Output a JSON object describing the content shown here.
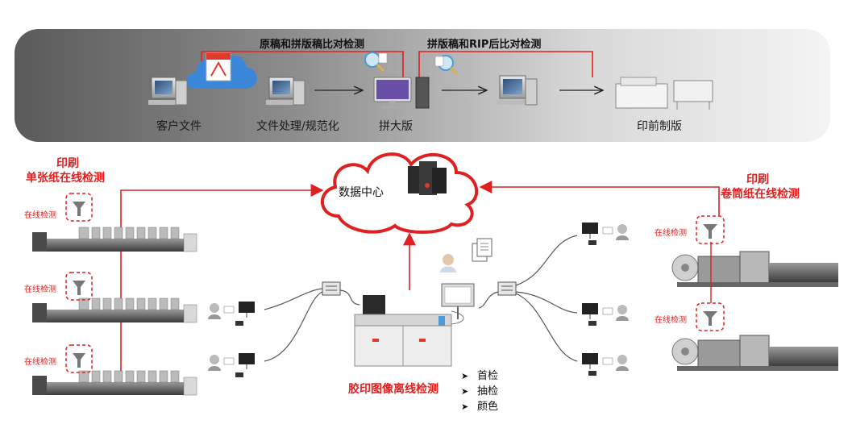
{
  "workflow": {
    "steps": [
      {
        "label": "客户文件",
        "icon": "desktop-computer-icon"
      },
      {
        "label": "文件处理/规范化",
        "icon": "desktop-computer-icon"
      },
      {
        "label": "拼大版",
        "icon": "imac-computer-icon"
      },
      {
        "label": "印前制版",
        "icon": "plate-setter-icon"
      }
    ],
    "checks": [
      {
        "label": "原稿和拼版稿比对检测"
      },
      {
        "label": "拼版稿和RIP后比对检测"
      }
    ],
    "band_colors": [
      "#5a5a5a",
      "#f2f2f2"
    ]
  },
  "center": {
    "cloud_label": "数据中心",
    "machine_label": "胶印图像离线检测",
    "features": [
      "首检",
      "抽检",
      "颜色"
    ]
  },
  "left_section": {
    "title_line1": "印刷",
    "title_line2": "单张纸在线检测",
    "inline_label": "在线检测"
  },
  "right_section": {
    "title_line1": "印刷",
    "title_line2": "卷筒纸在线检测",
    "inline_label": "在线检测"
  },
  "colors": {
    "accent_red": "#e02020",
    "line_gray": "#888888",
    "text_dark": "#1a1a1a"
  }
}
